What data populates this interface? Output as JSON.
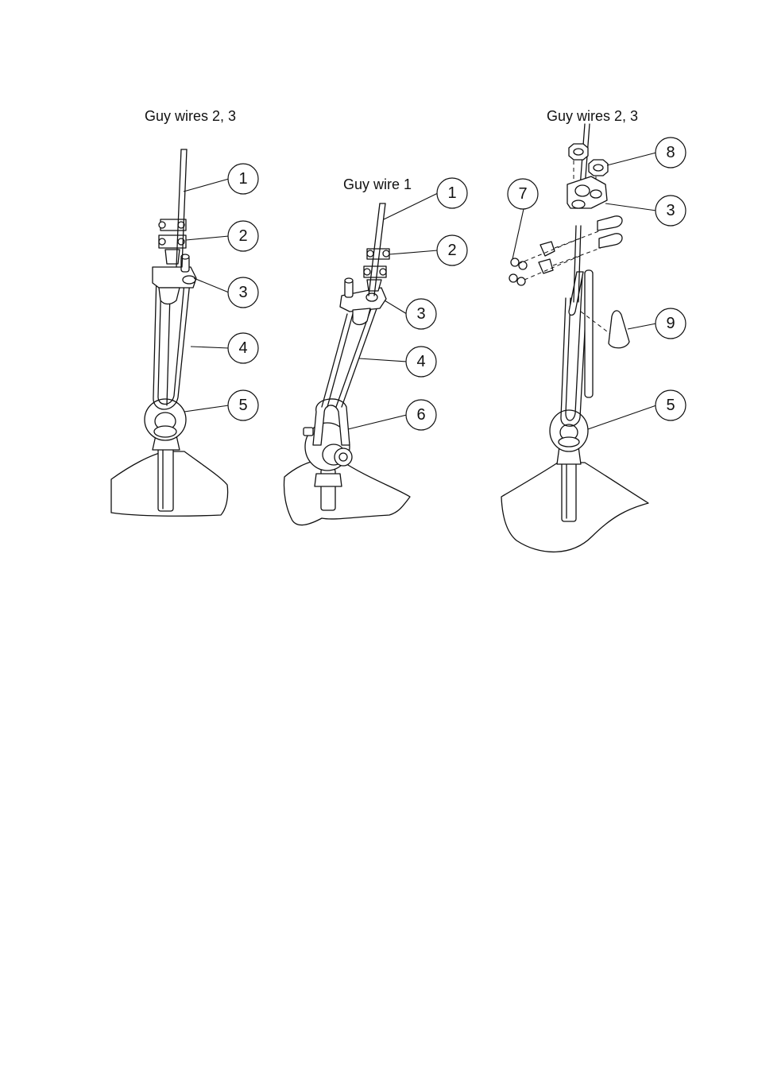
{
  "figures": [
    {
      "id": "left",
      "title": "Guy wires 2, 3",
      "callouts": [
        "1",
        "2",
        "3",
        "4",
        "5"
      ]
    },
    {
      "id": "middle",
      "title": "Guy wire 1",
      "callouts": [
        "1",
        "2",
        "3",
        "4",
        "6"
      ]
    },
    {
      "id": "right",
      "title": "Guy wires 2, 3",
      "callouts": [
        "8",
        "7",
        "3",
        "9",
        "5"
      ]
    }
  ]
}
